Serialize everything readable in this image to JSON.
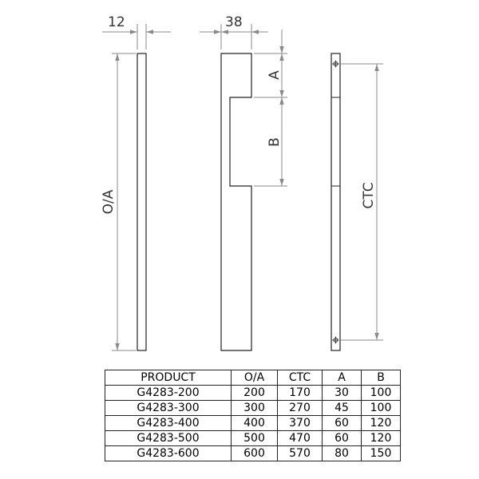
{
  "dimensions": {
    "side_width": "12",
    "front_width": "38",
    "overall_length": "O/A",
    "dim_a": "A",
    "dim_b": "B",
    "center_to_center": "CTC"
  },
  "table": {
    "headers": [
      "PRODUCT",
      "O/A",
      "CTC",
      "A",
      "B"
    ],
    "rows": [
      [
        "G4283-200",
        "200",
        "170",
        "30",
        "100"
      ],
      [
        "G4283-300",
        "300",
        "270",
        "45",
        "100"
      ],
      [
        "G4283-400",
        "400",
        "370",
        "60",
        "120"
      ],
      [
        "G4283-500",
        "500",
        "470",
        "60",
        "120"
      ],
      [
        "G4283-600",
        "600",
        "570",
        "80",
        "150"
      ]
    ]
  }
}
